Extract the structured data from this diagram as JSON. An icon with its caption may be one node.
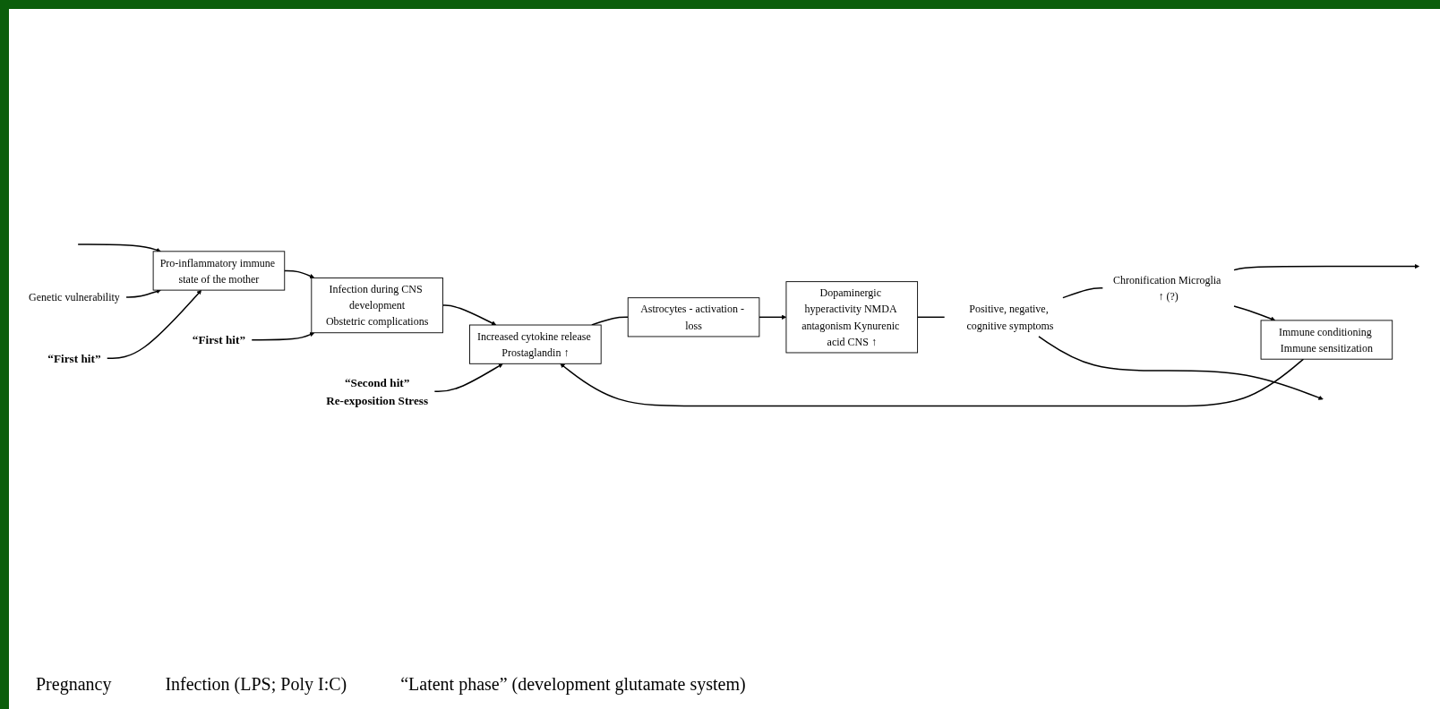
{
  "diagram": {
    "nodes": [
      {
        "text": [
          "Genetic vulnerability"
        ]
      },
      {
        "text": [
          "Pro-inflammatory immune state of the mother"
        ]
      },
      {
        "text": [
          "Infection during CNS development",
          "Obstetric complications"
        ]
      },
      {
        "text": [
          "Increased cytokine release Prostaglandin ↑"
        ]
      },
      {
        "text": [
          "Astrocytes - activation - loss"
        ]
      },
      {
        "text": [
          "Dopaminergic hyperactivity NMDA antagonism Kynurenic acid CNS ↑"
        ]
      },
      {
        "text": [
          "Positive, negative, cognitive symptoms"
        ]
      },
      {
        "text": [
          "Chronification Microglia ↑ (?)"
        ]
      },
      {
        "text": [
          "Immune conditioning Immune sensitization"
        ]
      },
      {
        "text": [
          "“First hit”"
        ]
      },
      {
        "text": [
          "“First hit”"
        ]
      },
      {
        "text": [
          "“Second hit”"
        ],
        "beside": [
          "Re-exposition Stress"
        ]
      }
    ],
    "edges": [
      {
        "from": null,
        "to": 1,
        "arrow": "to"
      },
      {
        "from": 0,
        "to": 1,
        "arrow": "to"
      },
      {
        "from": 1,
        "to": 2,
        "arrow": "to"
      },
      {
        "from": 2,
        "to": 3,
        "arrow": "to"
      },
      {
        "from": 3,
        "to": 4,
        "arrow": "none"
      },
      {
        "from": 4,
        "to": 5,
        "arrow": "to"
      },
      {
        "from": 5,
        "to": 6,
        "arrow": "none"
      },
      {
        "from": 6,
        "to": 7,
        "arrow": "none"
      },
      {
        "from": 6,
        "to": null,
        "arrow": "to"
      },
      {
        "from": 7,
        "to": null,
        "arrow": "to"
      },
      {
        "from": 7,
        "to": 8,
        "arrow": "to"
      },
      {
        "from": 8,
        "to": 3,
        "arrow": "to"
      },
      {
        "from": 9,
        "to": 1,
        "arrow": "to"
      },
      {
        "from": 10,
        "to": 2,
        "arrow": "to"
      },
      {
        "from": 11,
        "to": 3,
        "arrow": "to"
      }
    ],
    "labels": [
      "Pregnancy",
      "Infection (LPS; Poly I:C)",
      "“Latent phase” (development glutamate system)"
    ]
  }
}
